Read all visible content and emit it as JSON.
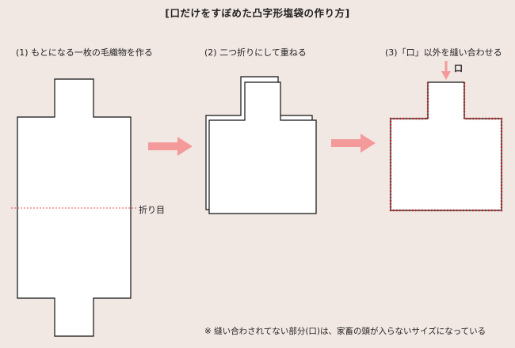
{
  "title": "[口だけをすぼめた凸字形塩袋の作り方]",
  "steps": [
    {
      "label": "(1) もとになる一枚の毛織物を作る"
    },
    {
      "label": "(2) 二つ折りにして重ねる"
    },
    {
      "label": "(3)「口」以外を縫い合わせる"
    }
  ],
  "labels": {
    "fold_line": "折り目",
    "mouth": "口"
  },
  "note": "※ 縫い合わされてない部分(口)は、家畜の頭が入らないサイズになっている",
  "colors": {
    "background": "#f1e7e3",
    "arrow": "#f49a9a",
    "fold_line": "#e05050",
    "stitch": "#c62020",
    "outline": "#111111"
  }
}
